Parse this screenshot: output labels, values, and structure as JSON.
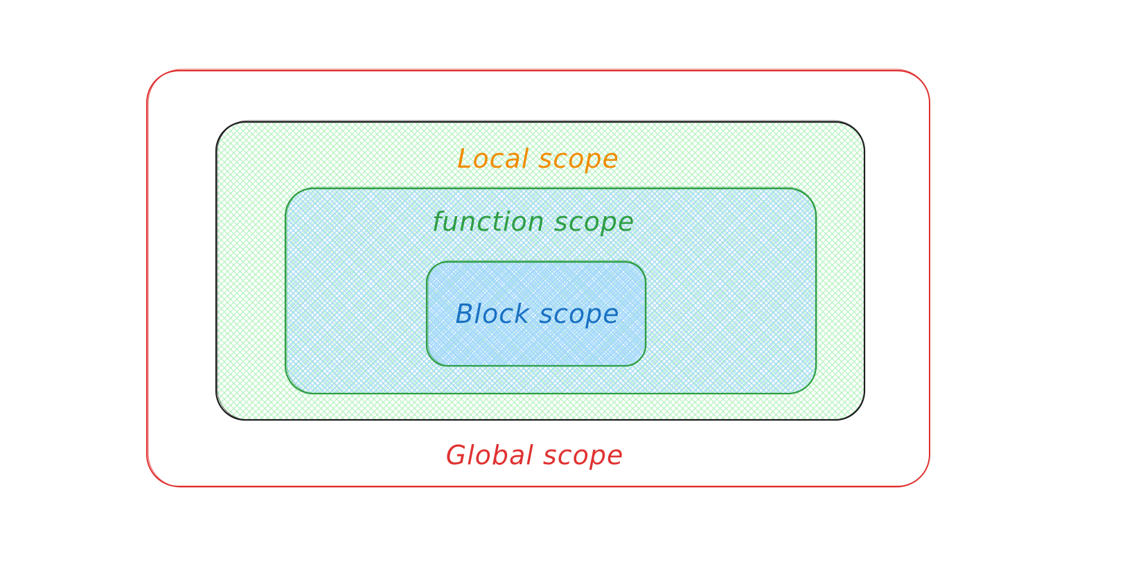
{
  "scopes": {
    "global": {
      "label": "Global scope",
      "color": "#e03131"
    },
    "local": {
      "label": "Local scope",
      "color": "#f08c00",
      "border": "#1e1e1e",
      "fill": "#b2f2bb"
    },
    "function": {
      "label": "function scope",
      "color": "#2f9e44",
      "border": "#2f9e44",
      "fill": "#a5d8ff"
    },
    "block": {
      "label": "Block scope",
      "color": "#1971c2",
      "border": "#2f9e44",
      "fill": "#a5d8ff"
    }
  }
}
